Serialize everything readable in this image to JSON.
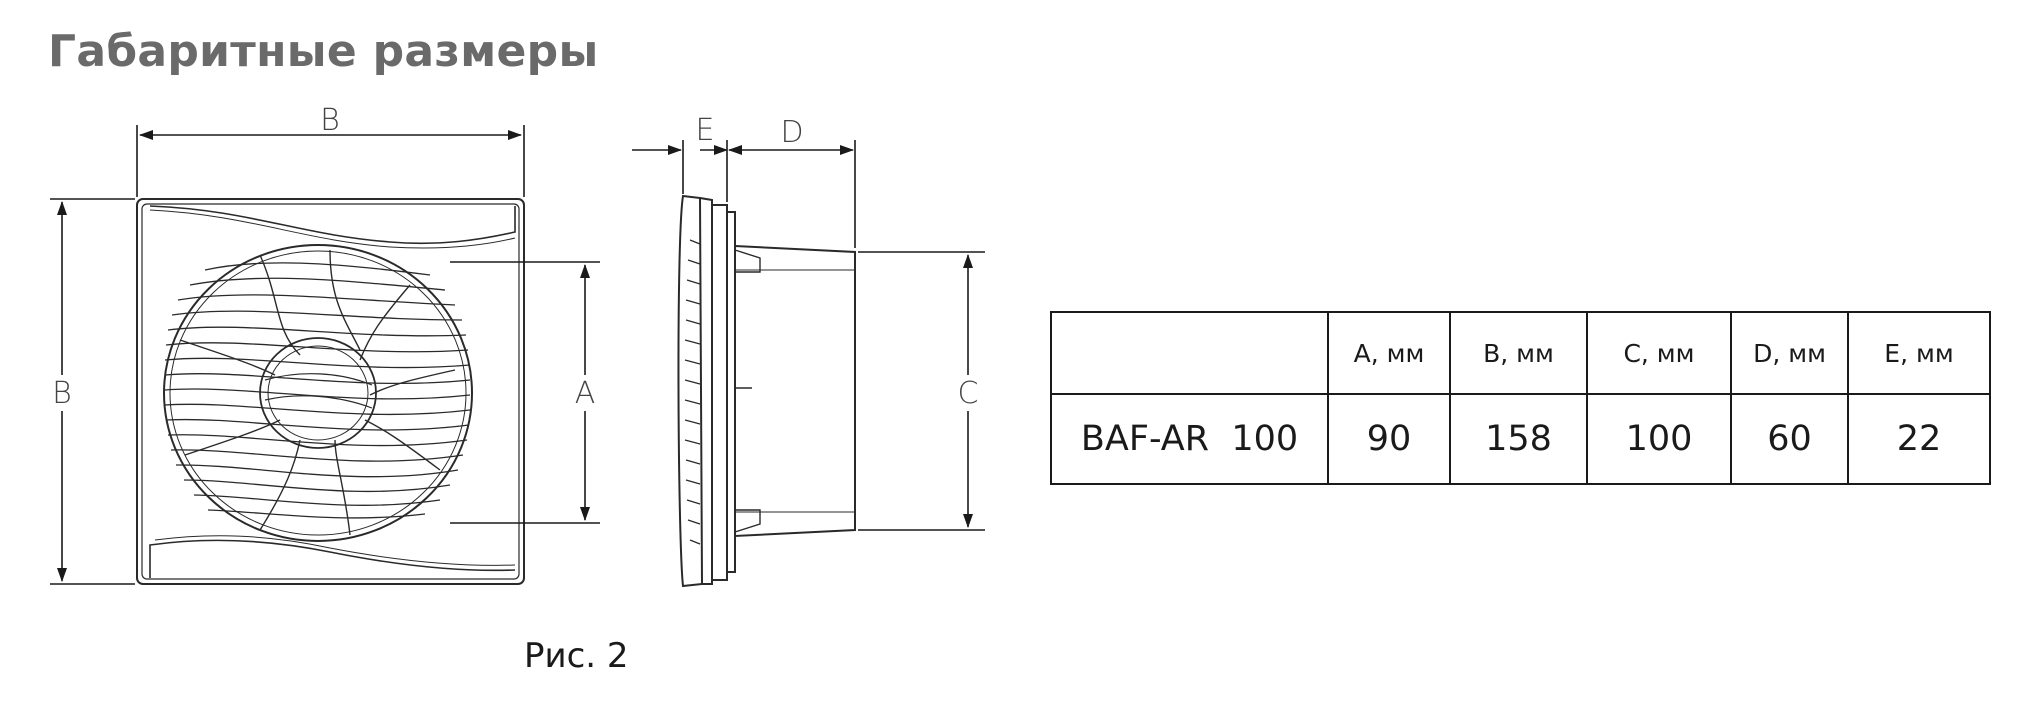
{
  "title": "Габаритные размеры",
  "caption": "Рис. 2",
  "drawing": {
    "front_labels": {
      "width": "B",
      "height": "B",
      "inner": "A"
    },
    "side_labels": {
      "frame_depth": "E",
      "duct_depth": "D",
      "duct_diameter": "C"
    }
  },
  "table": {
    "headers": [
      "",
      "A, мм",
      "B, мм",
      "C, мм",
      "D, мм",
      "E, мм"
    ],
    "rows": [
      {
        "model": "BAF-AR  100",
        "A": "90",
        "B": "158",
        "C": "100",
        "D": "60",
        "E": "22"
      }
    ]
  }
}
